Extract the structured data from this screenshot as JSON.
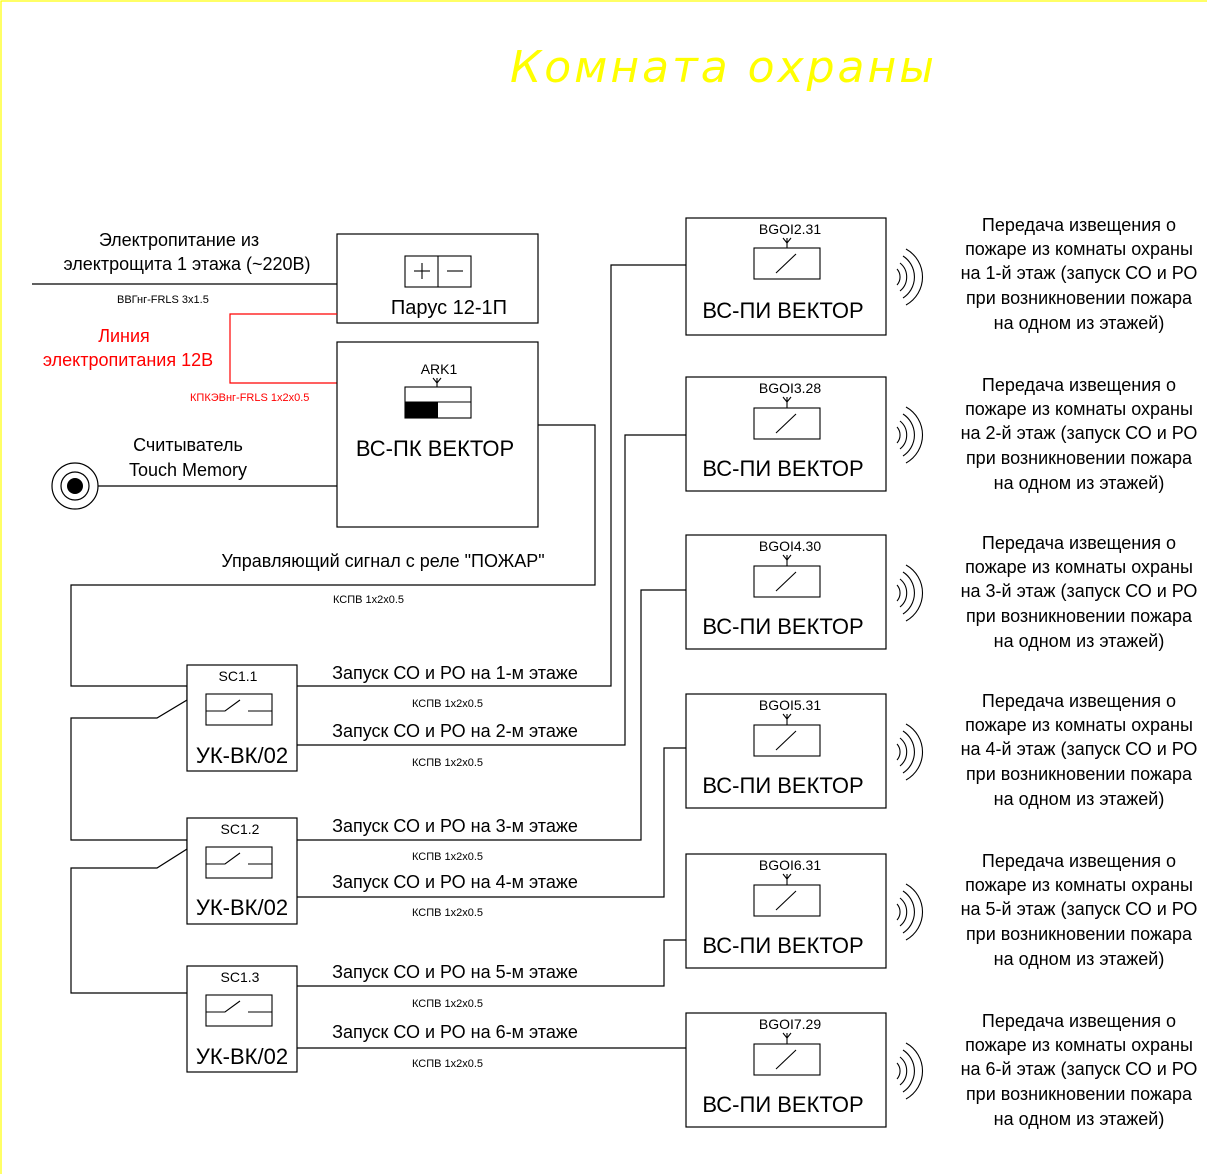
{
  "title": "Комната охраны",
  "colors": {
    "frame": "#ffff00",
    "title": "#ffff00",
    "lines": "#000000",
    "power12v": "#ff0000"
  },
  "power": {
    "feed_label_line1": "Электропитание из",
    "feed_label_line2": "электрощита 1 этажа (~220В)",
    "feed_cable": "ВВГнг-FRLS 3х1.5",
    "psu_label": "Парус 12-1П",
    "psu_symbol": "+ −",
    "line12_label_line1": "Линия",
    "line12_label_line2": "электропитания 12В",
    "line12_cable": "КПКЭВнг-FRLS 1х2х0.5"
  },
  "controller": {
    "ref": "ARK1",
    "label": "ВС-ПК ВЕКТОР",
    "reader_label_line1": "Считыватель",
    "reader_label_line2": "Touch Memory",
    "relay_label": "Управляющий сигнал с реле \"ПОЖАР\"",
    "relay_cable": "КСПВ 1х2х0.5"
  },
  "relays": [
    {
      "ref": "SC1.1",
      "label": "УК-ВК/02"
    },
    {
      "ref": "SC1.2",
      "label": "УК-ВК/02"
    },
    {
      "ref": "SC1.3",
      "label": "УК-ВК/02"
    }
  ],
  "lines": [
    {
      "label": "Запуск СО и РО на 1-м этаже",
      "cable": "КСПВ 1х2х0.5"
    },
    {
      "label": "Запуск СО и РО на 2-м этаже",
      "cable": "КСПВ 1х2х0.5"
    },
    {
      "label": "Запуск СО и РО на 3-м этаже",
      "cable": "КСПВ 1х2х0.5"
    },
    {
      "label": "Запуск СО и РО на 4-м этаже",
      "cable": "КСПВ 1х2х0.5"
    },
    {
      "label": "Запуск СО и РО на 5-м этаже",
      "cable": "КСПВ 1х2х0.5"
    },
    {
      "label": "Запуск СО и РО на 6-м этаже",
      "cable": "КСПВ 1х2х0.5"
    }
  ],
  "transmitters": [
    {
      "ref": "BGOI2.31",
      "label": "ВС-ПИ ВЕКТОР",
      "note": [
        "Передача извещения о",
        "пожаре из комнаты охраны",
        "на 1-й этаж (запуск СО и РО",
        "при возникновении пожара",
        "на одном из этажей)"
      ]
    },
    {
      "ref": "BGOI3.28",
      "label": "ВС-ПИ ВЕКТОР",
      "note": [
        "Передача извещения о",
        "пожаре из комнаты охраны",
        "на 2-й этаж (запуск СО и РО",
        "при возникновении пожара",
        "на одном из этажей)"
      ]
    },
    {
      "ref": "BGOI4.30",
      "label": "ВС-ПИ ВЕКТОР",
      "note": [
        "Передача извещения о",
        "пожаре из комнаты охраны",
        "на 3-й этаж (запуск СО и РО",
        "при возникновении пожара",
        "на одном из этажей)"
      ]
    },
    {
      "ref": "BGOI5.31",
      "label": "ВС-ПИ ВЕКТОР",
      "note": [
        "Передача извещения о",
        "пожаре из комнаты охраны",
        "на 4-й этаж (запуск СО и РО",
        "при возникновении пожара",
        "на одном из этажей)"
      ]
    },
    {
      "ref": "BGOI6.31",
      "label": "ВС-ПИ ВЕКТОР",
      "note": [
        "Передача извещения о",
        "пожаре из комнаты охраны",
        "на 5-й этаж (запуск СО и РО",
        "при возникновении пожара",
        "на одном из этажей)"
      ]
    },
    {
      "ref": "BGOI7.29",
      "label": "ВС-ПИ ВЕКТОР",
      "note": [
        "Передача извещения о",
        "пожаре из комнаты охраны",
        "на 6-й этаж (запуск СО и РО",
        "при возникновении пожара",
        "на одном из этажей)"
      ]
    }
  ]
}
